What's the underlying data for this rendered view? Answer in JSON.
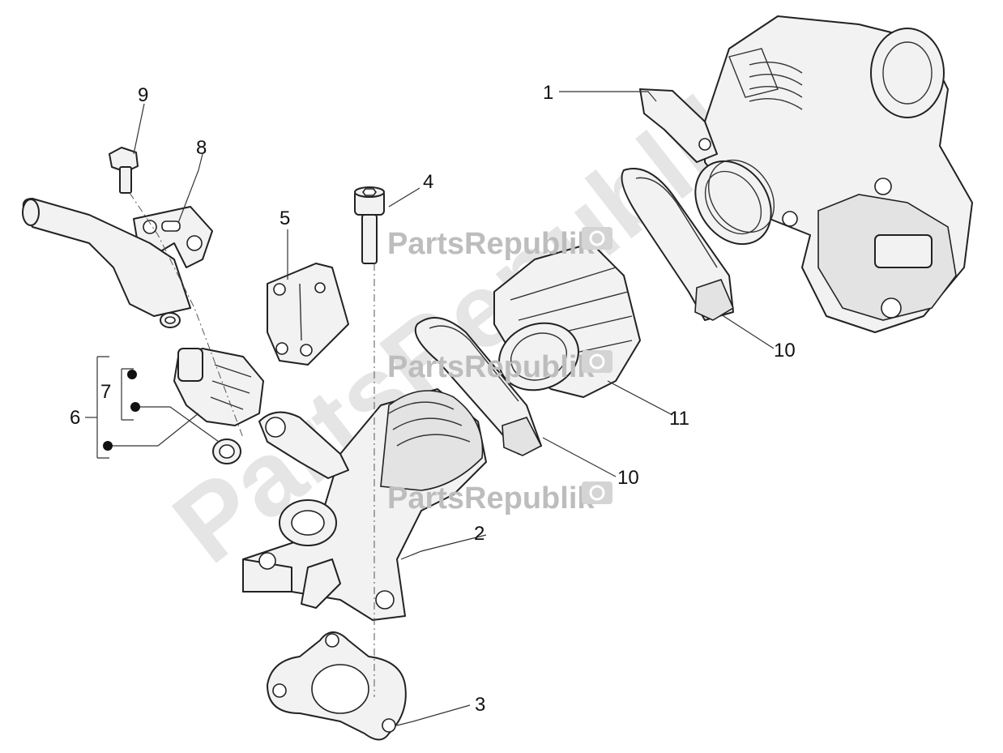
{
  "watermark": {
    "brand": "PartsRepublik",
    "big": "PartsRepublik"
  },
  "callouts": [
    {
      "id": "1",
      "label": "1"
    },
    {
      "id": "2",
      "label": "2"
    },
    {
      "id": "3",
      "label": "3"
    },
    {
      "id": "4",
      "label": "4"
    },
    {
      "id": "5",
      "label": "5"
    },
    {
      "id": "6",
      "label": "6"
    },
    {
      "id": "7",
      "label": "7"
    },
    {
      "id": "8",
      "label": "8"
    },
    {
      "id": "9",
      "label": "9"
    },
    {
      "id": "10a",
      "label": "10"
    },
    {
      "id": "10b",
      "label": "10"
    },
    {
      "id": "11",
      "label": "11"
    }
  ]
}
